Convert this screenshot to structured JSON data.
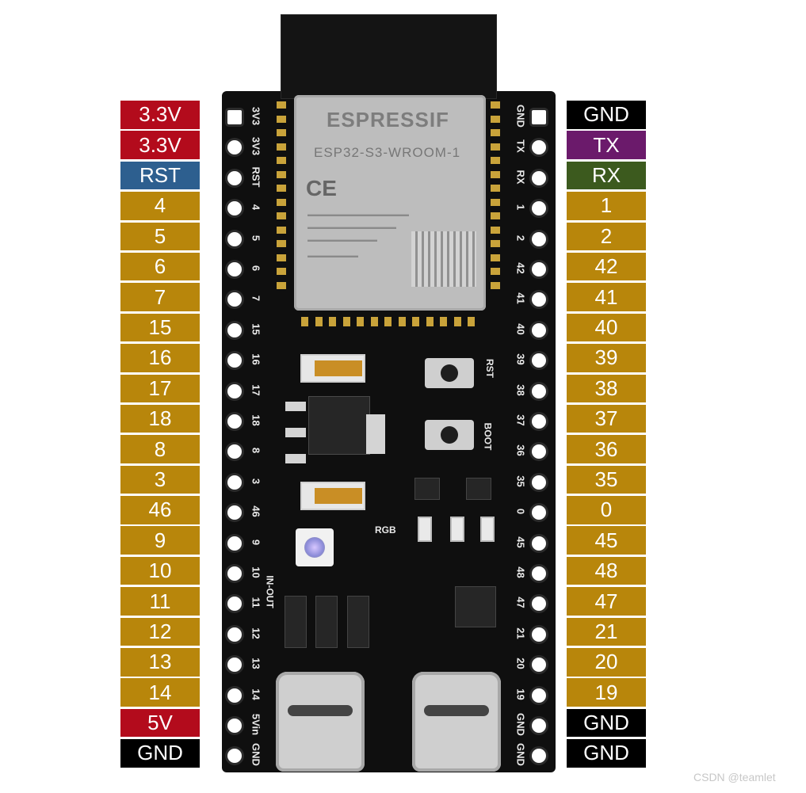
{
  "colors": {
    "power": "#b30b1c",
    "reset": "#2d5f8f",
    "gpio": "#b8860b",
    "ground": "#000000",
    "tx": "#6b1a6b",
    "rx": "#3c5a1e"
  },
  "left_pins": [
    {
      "label": "3.3V",
      "color": "#b30b1c"
    },
    {
      "label": "3.3V",
      "color": "#b30b1c"
    },
    {
      "label": "RST",
      "color": "#2d5f8f"
    },
    {
      "label": "4",
      "color": "#b8860b"
    },
    {
      "label": "5",
      "color": "#b8860b"
    },
    {
      "label": "6",
      "color": "#b8860b"
    },
    {
      "label": "7",
      "color": "#b8860b"
    },
    {
      "label": "15",
      "color": "#b8860b"
    },
    {
      "label": "16",
      "color": "#b8860b"
    },
    {
      "label": "17",
      "color": "#b8860b"
    },
    {
      "label": "18",
      "color": "#b8860b"
    },
    {
      "label": "8",
      "color": "#b8860b"
    },
    {
      "label": "3",
      "color": "#b8860b"
    },
    {
      "label": "46",
      "color": "#b8860b"
    },
    {
      "label": "9",
      "color": "#b8860b"
    },
    {
      "label": "10",
      "color": "#b8860b"
    },
    {
      "label": "11",
      "color": "#b8860b"
    },
    {
      "label": "12",
      "color": "#b8860b"
    },
    {
      "label": "13",
      "color": "#b8860b"
    },
    {
      "label": "14",
      "color": "#b8860b"
    },
    {
      "label": "5V",
      "color": "#b30b1c"
    },
    {
      "label": "GND",
      "color": "#000000"
    }
  ],
  "right_pins": [
    {
      "label": "GND",
      "color": "#000000"
    },
    {
      "label": "TX",
      "color": "#6b1a6b"
    },
    {
      "label": "RX",
      "color": "#3c5a1e"
    },
    {
      "label": "1",
      "color": "#b8860b"
    },
    {
      "label": "2",
      "color": "#b8860b"
    },
    {
      "label": "42",
      "color": "#b8860b"
    },
    {
      "label": "41",
      "color": "#b8860b"
    },
    {
      "label": "40",
      "color": "#b8860b"
    },
    {
      "label": "39",
      "color": "#b8860b"
    },
    {
      "label": "38",
      "color": "#b8860b"
    },
    {
      "label": "37",
      "color": "#b8860b"
    },
    {
      "label": "36",
      "color": "#b8860b"
    },
    {
      "label": "35",
      "color": "#b8860b"
    },
    {
      "label": "0",
      "color": "#b8860b"
    },
    {
      "label": "45",
      "color": "#b8860b"
    },
    {
      "label": "48",
      "color": "#b8860b"
    },
    {
      "label": "47",
      "color": "#b8860b"
    },
    {
      "label": "21",
      "color": "#b8860b"
    },
    {
      "label": "20",
      "color": "#b8860b"
    },
    {
      "label": "19",
      "color": "#b8860b"
    },
    {
      "label": "GND",
      "color": "#000000"
    },
    {
      "label": "GND",
      "color": "#000000"
    }
  ],
  "board": {
    "left_silk": [
      "3V3",
      "3V3",
      "RST",
      "4",
      "5",
      "6",
      "7",
      "15",
      "16",
      "17",
      "18",
      "8",
      "3",
      "46",
      "9",
      "10",
      "11",
      "12",
      "13",
      "14",
      "5Vin",
      "GND"
    ],
    "right_silk": [
      "GND",
      "TX",
      "RX",
      "1",
      "2",
      "42",
      "41",
      "40",
      "39",
      "38",
      "37",
      "36",
      "35",
      "0",
      "45",
      "48",
      "47",
      "21",
      "20",
      "19",
      "GND",
      "GND"
    ],
    "module_brand": "ESPRESSIF",
    "module_model": "ESP32-S3-WROOM-1",
    "module_ce": "CE",
    "rst_button_label": "RST",
    "boot_button_label": "BOOT",
    "rgb_label": "RGB",
    "in_out_label": "IN-OUT"
  },
  "watermark": "CSDN @teamlet"
}
